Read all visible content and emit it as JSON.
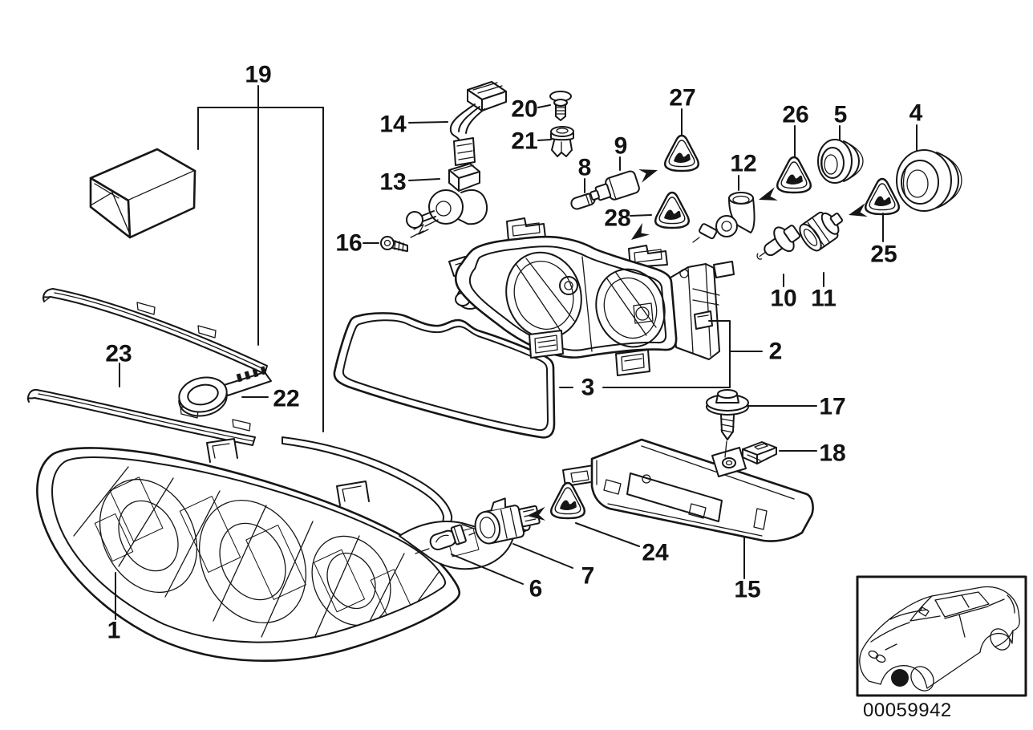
{
  "diagram": {
    "type": "exploded-parts-diagram",
    "subject": "headlight assembly",
    "doc_number": "00059942",
    "colors": {
      "background": "#ffffff",
      "line": "#161616"
    },
    "icons": {
      "warning_triangle": "rounded-triangle-warning",
      "direction_arrow": "solid-arrowhead",
      "location_marker": "filled-black-circle"
    },
    "callouts": [
      "1",
      "2",
      "3",
      "4",
      "5",
      "6",
      "7",
      "8",
      "9",
      "10",
      "11",
      "12",
      "13",
      "14",
      "15",
      "16",
      "17",
      "18",
      "19",
      "20",
      "21",
      "22",
      "23",
      "24",
      "25",
      "26",
      "27",
      "28"
    ]
  }
}
